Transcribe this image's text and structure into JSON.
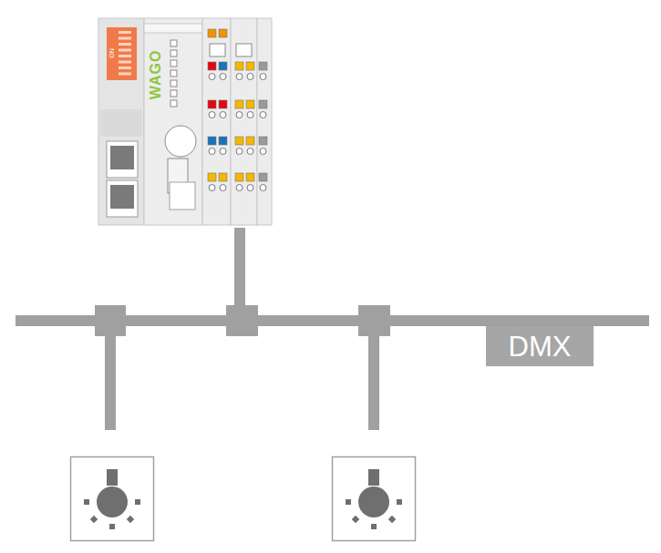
{
  "diagram": {
    "nodes": [
      {
        "text": [
          "DMX"
        ]
      }
    ],
    "labels": [
      "WAGO",
      "ON"
    ]
  }
}
